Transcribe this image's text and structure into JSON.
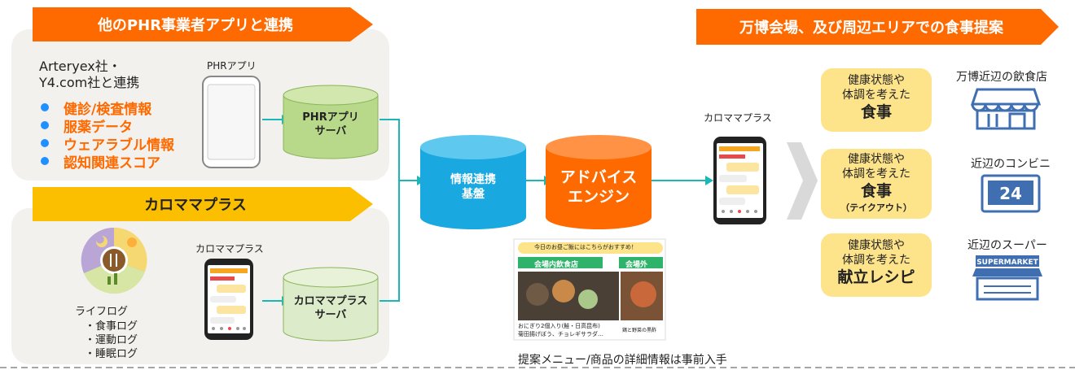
{
  "phr_banner": "他のPHR事業者アプリと連携",
  "caloma_banner": "カロママプラス",
  "expo_banner": "万博会場、及び周辺エリアでの食事提案",
  "partner_line1": "Arteryex社・",
  "partner_line2": "Y4.com社と連携",
  "data_items": [
    "健診/検査情報",
    "服薬データ",
    "ウェアラブル情報",
    "認知関連スコア"
  ],
  "phr_app_label": "PHRアプリ",
  "phr_server_line1": "PHRアプリ",
  "phr_server_line2": "サーバ",
  "caloma_app_label": "カロママプラス",
  "caloma_server_line1": "カロママプラス",
  "caloma_server_line2": "サーバ",
  "lifelog_title": "ライフログ",
  "lifelog_items": [
    "・食事ログ",
    "・運動ログ",
    "・睡眠ログ"
  ],
  "info_platform_line1": "情報連携",
  "info_platform_line2": "基盤",
  "advice_line1": "アドバイス",
  "advice_line2": "エンジン",
  "output_app_label": "カロママプラス",
  "screenshot_header": "今日のお昼ご飯にはこちらがおすすめ！",
  "screenshot_tab1": "会場内飲食店",
  "screenshot_tab2": "会場外",
  "screenshot_caption1a": "おにぎり2個入り(鮭・日高昆布)",
  "screenshot_caption1b": "菊田揚げぼう、チョレギサラダ…",
  "screenshot_caption2": "鶏と野菜の黒酢",
  "footnote": "提案メニュー/商品の詳細情報は事前入手",
  "cards": [
    {
      "line1": "健康状態や",
      "line2": "体調を考えた",
      "main": "食事",
      "sub": ""
    },
    {
      "line1": "健康状態や",
      "line2": "体調を考えた",
      "main": "食事",
      "sub": "（テイクアウト）"
    },
    {
      "line1": "健康状態や",
      "line2": "体調を考えた",
      "main": "献立レシピ",
      "sub": ""
    }
  ],
  "places": [
    "万博近辺の飲食店",
    "近辺のコンビニ",
    "近辺のスーパー"
  ],
  "store_24_text": "24",
  "supermarket_sign": "SUPERMARKET",
  "colors": {
    "orange": "#ff6a00",
    "yellow": "#fbbf00",
    "teal": "#1bb6b6",
    "blue": "#19a8e0",
    "cream": "#fde38a",
    "green": "#b9d98a",
    "navy": "#3f6fb0"
  }
}
